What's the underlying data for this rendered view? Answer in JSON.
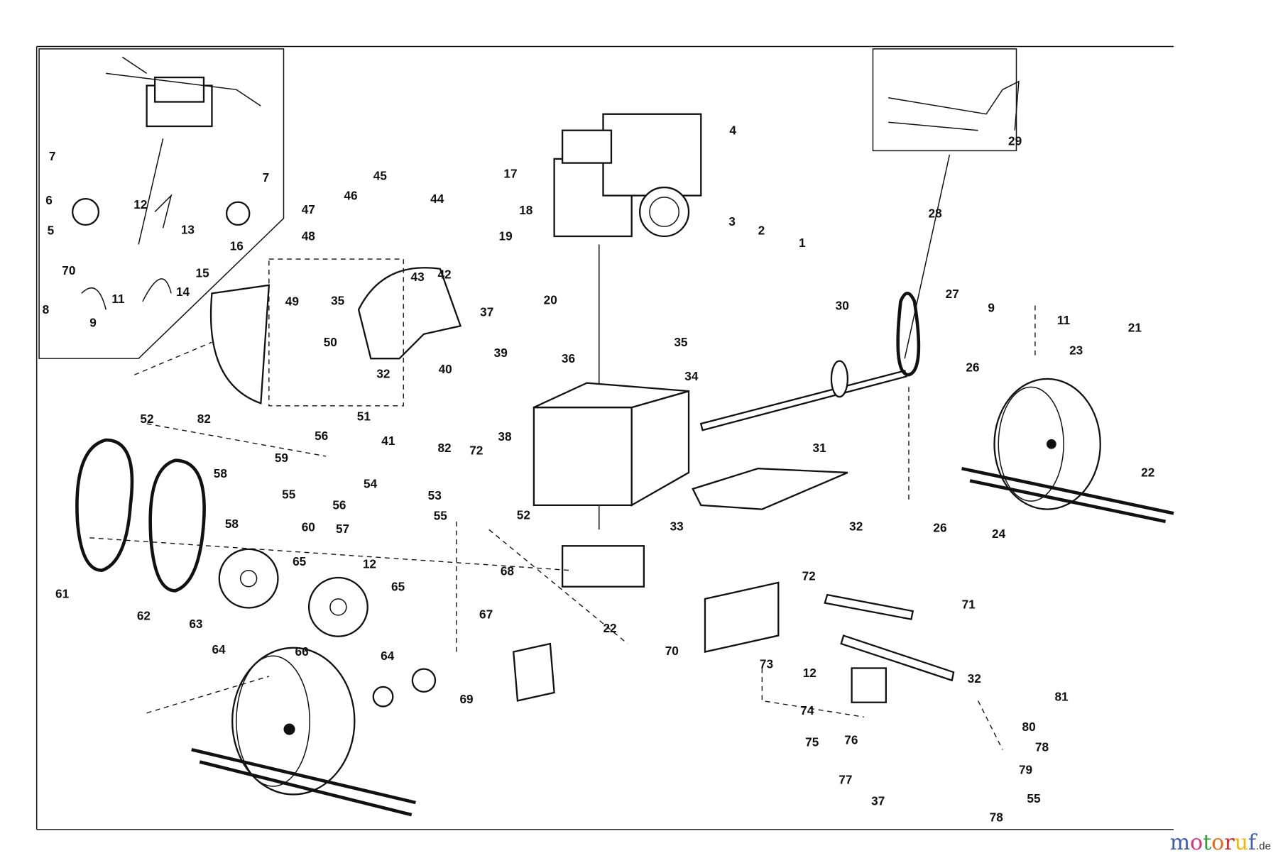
{
  "diagram": {
    "title": "Exploded parts diagram - snow thrower drive assembly",
    "labels": [
      "4",
      "17",
      "18",
      "19",
      "20",
      "3",
      "2",
      "1",
      "36",
      "35",
      "30",
      "28",
      "29",
      "27",
      "9",
      "11",
      "26",
      "21",
      "23",
      "22",
      "26",
      "24",
      "34",
      "31",
      "32",
      "33",
      "39",
      "40",
      "41",
      "82",
      "72",
      "38",
      "37",
      "42",
      "43",
      "44",
      "45",
      "46",
      "47",
      "48",
      "49",
      "35",
      "50",
      "32",
      "51",
      "52",
      "82",
      "56",
      "59",
      "58",
      "55",
      "58",
      "60",
      "57",
      "56",
      "54",
      "53",
      "55",
      "52",
      "12",
      "61",
      "62",
      "63",
      "64",
      "65",
      "65",
      "66",
      "64",
      "68",
      "67",
      "22",
      "70",
      "72",
      "71",
      "73",
      "12",
      "74",
      "75",
      "76",
      "77",
      "69",
      "32",
      "81",
      "80",
      "78",
      "79",
      "55",
      "78",
      "37"
    ],
    "inset_labels": [
      "7",
      "7",
      "6",
      "5",
      "12",
      "13",
      "16",
      "15",
      "70",
      "8",
      "9",
      "11",
      "14"
    ]
  },
  "watermark": {
    "brand": "motoruf",
    "tld": ".de",
    "colors": [
      "#3b5bb5",
      "#e0307a",
      "#2a9d3a",
      "#e86a1a",
      "#d62a2a",
      "#f2b705"
    ]
  }
}
